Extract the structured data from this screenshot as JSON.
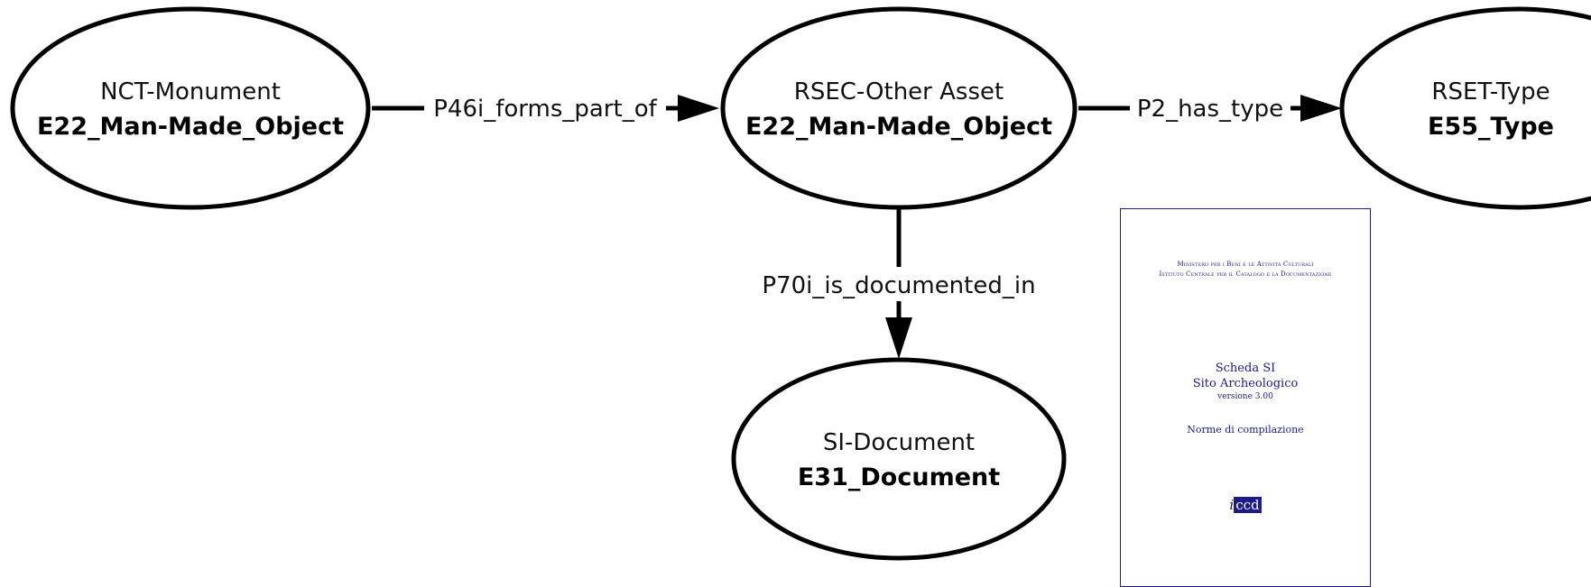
{
  "nodes": {
    "nct": {
      "name": "NCT-Monument",
      "class": "E22_Man-Made_Object"
    },
    "rsec": {
      "name": "RSEC-Other Asset",
      "class": "E22_Man-Made_Object"
    },
    "rset": {
      "name": "RSET-Type",
      "class": "E55_Type"
    },
    "si": {
      "name": "SI-Document",
      "class": "E31_Document"
    }
  },
  "edges": {
    "forms_part_of": "P46i_forms_part_of",
    "has_type": "P2_has_type",
    "is_documented_in": "P70i_is_documented_in"
  },
  "document_thumbnail": {
    "header_line1": "Ministero per i Beni e le Attività Culturali",
    "header_line2": "Istituto Centrale per il Catalogo e la Documentazione",
    "title_line1": "Scheda SI",
    "title_line2": "Sito Archeologico",
    "version": "versione 3.00",
    "norme": "Norme di compilazione",
    "logo_i": "i",
    "logo_ccd": "ccd"
  }
}
